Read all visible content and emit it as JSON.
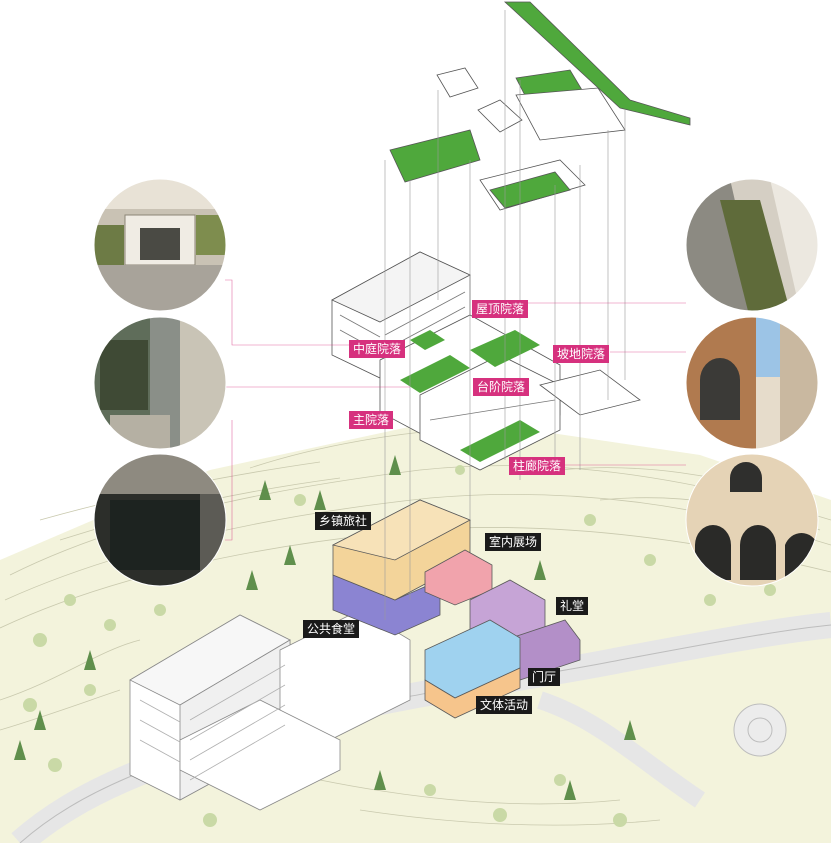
{
  "courtyard_labels": {
    "rooftop": "屋顶院落",
    "central": "中庭院落",
    "slope": "坡地院落",
    "terrace": "台阶院落",
    "main": "主院落",
    "colonnade": "柱廊院落"
  },
  "program_labels": {
    "inn": "乡镇旅社",
    "exhibition": "室内展场",
    "auditorium": "礼堂",
    "canteen": "公共食堂",
    "lobby": "门厅",
    "culture_sports": "文体活动"
  },
  "colors": {
    "courtyard_label_bg": "#d6317e",
    "program_label_bg": "#1a1a1a",
    "inn": "#f3d49a",
    "exhibition": "#f1a3ac",
    "auditorium": "#c6a4d6",
    "canteen": "#8b84d2",
    "culture_sports_top": "#9fd2ef",
    "culture_sports_base": "#f6c58c",
    "lawn": "#4fa83c",
    "terrain": "#f3f3dc"
  }
}
